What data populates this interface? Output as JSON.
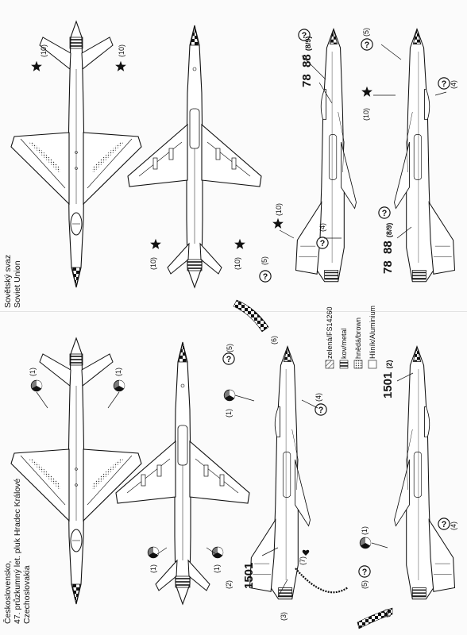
{
  "sections": {
    "soviet": {
      "line1": "Sovětský svaz",
      "line2": "Soviet Union"
    },
    "czech": {
      "line1": "Československo,",
      "line2": "47. průzkumný let. pluk Hradec Králové",
      "line3": "Czechoslovakia"
    }
  },
  "codes": {
    "soviet_serial": "78",
    "soviet_serial2": "88",
    "czech_serial": "1501"
  },
  "callouts": {
    "c1": "(1)",
    "c2": "(2)",
    "c3": "(3)",
    "c4": "(4)",
    "c5": "(5)",
    "c6": "(6)",
    "c7": "(7)",
    "c89": "(8/9)",
    "c10": "(10)"
  },
  "legend": {
    "green": "zelená/FS14260",
    "metal": "kov/metal",
    "brown": "hnědá/brown",
    "alu": "Hliník/Aluminium"
  },
  "colors": {
    "ink": "#1a1a1a",
    "paper": "#fbfbfb"
  }
}
